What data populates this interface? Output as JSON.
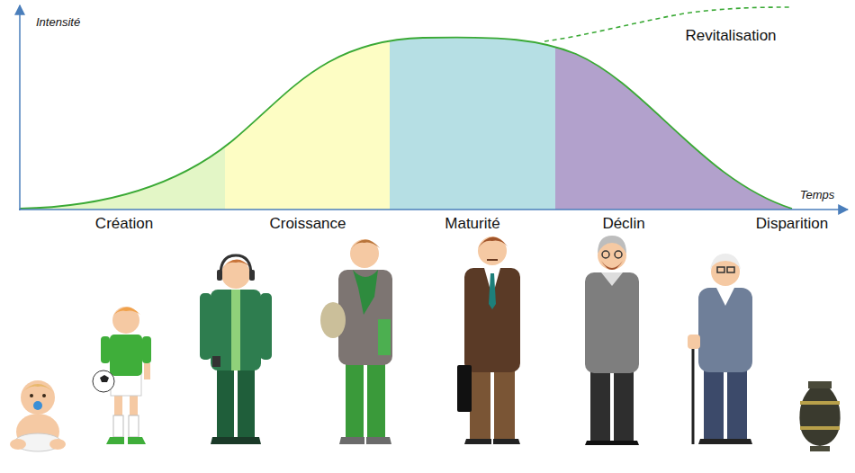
{
  "diagram": {
    "labels": [
      "Intensité",
      "Revitalisation",
      "Temps",
      "Création",
      "Croissance",
      "Maturité",
      "Déclin",
      "Disparition"
    ]
  }
}
